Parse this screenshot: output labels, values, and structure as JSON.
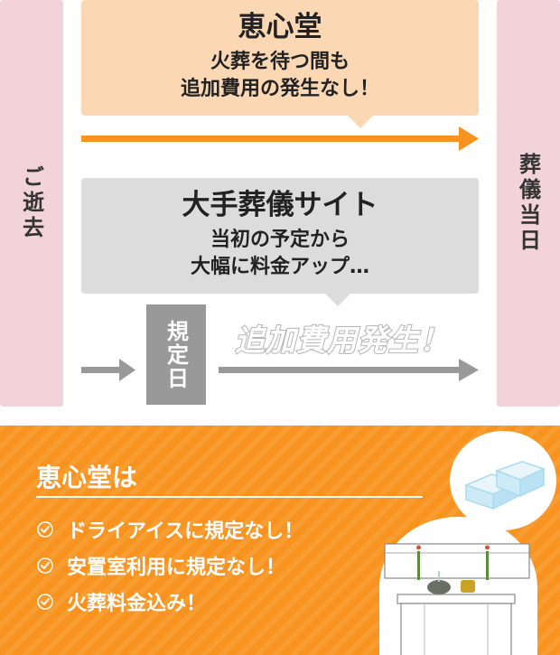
{
  "left_column": {
    "label": "ご逝去"
  },
  "right_column": {
    "label": "葬儀当日"
  },
  "top_box": {
    "title": "恵心堂",
    "line1": "火葬を待つ間も",
    "line2": "追加費用の発生なし！"
  },
  "mid_box": {
    "title": "大手葬儀サイト",
    "line1": "当初の予定から",
    "line2": "大幅に料金アップ…"
  },
  "kitei": {
    "label": "規定日"
  },
  "extra_cost": {
    "label": "追加費用発生！"
  },
  "panel": {
    "title": "恵心堂は",
    "items": [
      "ドライアイスに規定なし！",
      "安置室利用に規定なし！",
      "火葬料金込み！"
    ]
  },
  "icons": [
    "check-circle-icon",
    "dry-ice-icon",
    "altar-icon"
  ],
  "colors": {
    "accent_orange": "#f7931e",
    "pink_column": "#f2d2db",
    "top_box": "#fbd7b4",
    "gray_box": "#dcdcdc",
    "gray_arrow": "#999999"
  }
}
